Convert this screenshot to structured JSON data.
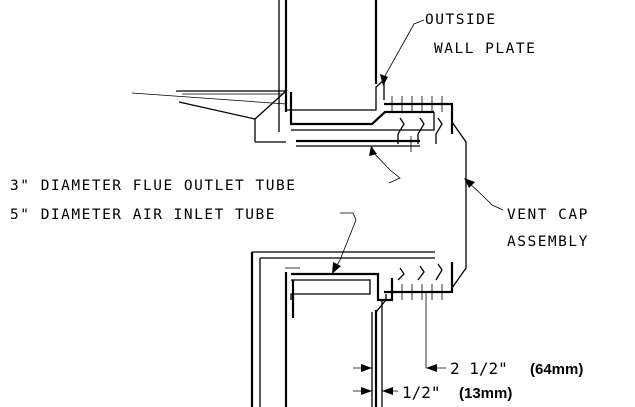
{
  "labels": {
    "outside_wall_plate": [
      "OUTSIDE",
      "WALL PLATE"
    ],
    "flue_outlet": "3\" DIAMETER FLUE OUTLET TUBE",
    "air_inlet": "5\" DIAMETER AIR INLET TUBE",
    "vent_cap": [
      "VENT CAP",
      "ASSEMBLY"
    ]
  },
  "dimensions": {
    "outer": {
      "value": "2 1/2\"",
      "metric": "(64mm)"
    },
    "inner": {
      "value": "1/2\"",
      "metric": "(13mm)"
    }
  }
}
